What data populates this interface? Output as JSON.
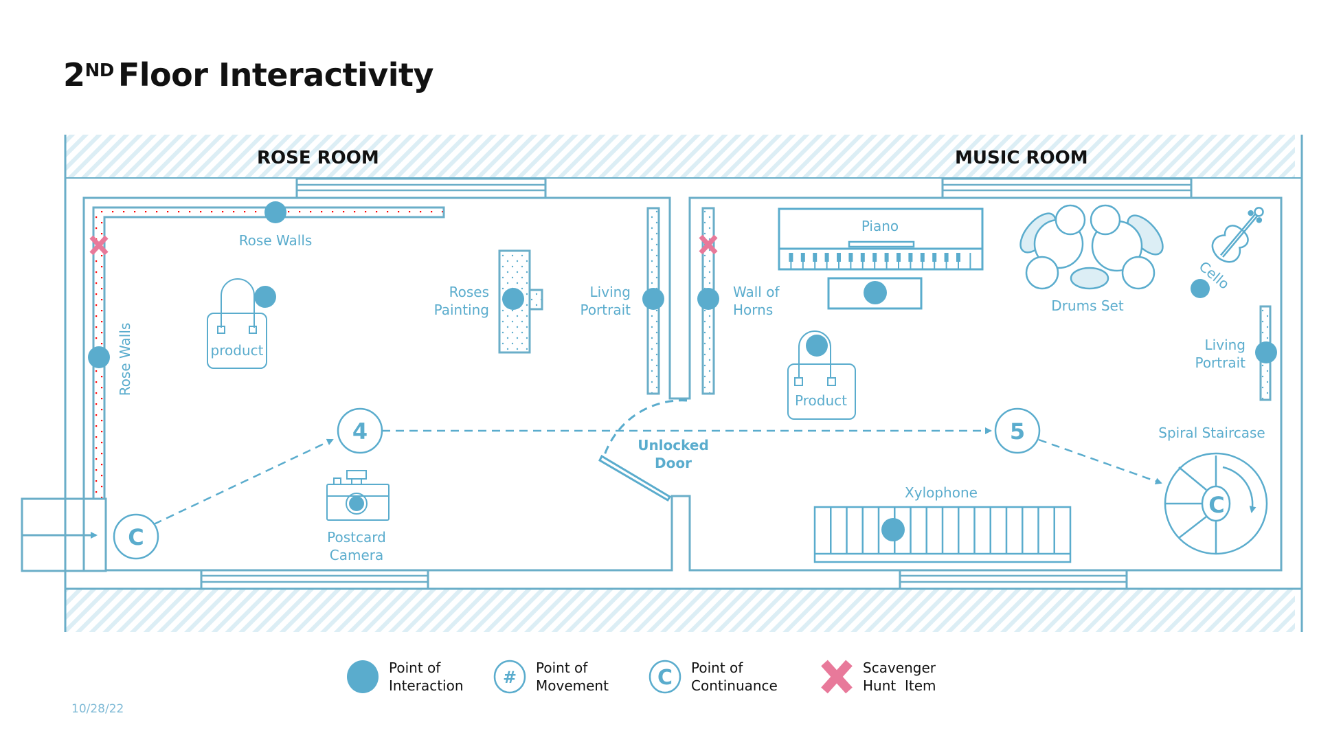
{
  "title": {
    "main": "2",
    "superscript": "ND",
    "rest": "Floor Interactivity"
  },
  "date": "10/28/22",
  "colors": {
    "accent": "#5aaccd",
    "wall": "#6aaec8",
    "hatch": "#dceef5",
    "scavenger": "#e8799a",
    "rose_dots": "#ff0000",
    "text_dark": "#111111"
  },
  "rooms": {
    "rose": {
      "name": "ROSE ROOM"
    },
    "music": {
      "name": "MUSIC ROOM"
    }
  },
  "labels": {
    "rose_walls_top": "Rose Walls",
    "rose_walls_side": "Rose Walls",
    "product_rose": "product",
    "roses_painting": [
      "Roses",
      "Painting"
    ],
    "living_portrait_left": [
      "Living",
      "Portrait"
    ],
    "wall_of_horns": [
      "Wall of",
      "Horns"
    ],
    "piano": "Piano",
    "drums_set": "Drums Set",
    "cello": "Cello",
    "living_portrait_right": [
      "Living",
      "Portrait"
    ],
    "product_music": "Product",
    "unlocked_door": [
      "Unlocked",
      "Door"
    ],
    "postcard_camera": [
      "Postcard",
      "Camera"
    ],
    "xylophone": "Xylophone",
    "spiral_staircase": "Spiral Staircase"
  },
  "markers": {
    "movement_4": "4",
    "movement_5": "5",
    "continuance_entry": "C",
    "continuance_stairs": "C"
  },
  "legend": [
    {
      "icon": "filled-circle",
      "line1": "Point of",
      "line2": "Interaction"
    },
    {
      "icon": "hash-circle",
      "glyph": "#",
      "line1": "Point of",
      "line2": "Movement"
    },
    {
      "icon": "c-circle",
      "glyph": "C",
      "line1": "Point of",
      "line2": "Continuance"
    },
    {
      "icon": "pink-x",
      "line1": "Scavenger",
      "line2": "Hunt  Item"
    }
  ]
}
